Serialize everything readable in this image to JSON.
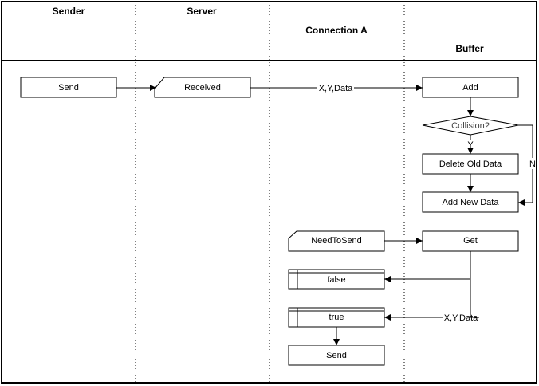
{
  "lanes": {
    "sender": "Sender",
    "server": "Server",
    "connection_a": "Connection A",
    "buffer": "Buffer"
  },
  "nodes": {
    "sender_send": "Send",
    "received": "Received",
    "add": "Add",
    "collision": "Collision?",
    "delete_old_data": "Delete Old Data",
    "add_new_data": "Add New Data",
    "need_to_send": "NeedToSend",
    "get": "Get",
    "false": "false",
    "true": "true",
    "conn_send": "Send"
  },
  "edges": {
    "received_to_add": "X,Y,Data",
    "collision_yes": "Y",
    "collision_no": "N",
    "get_to_true": "X,Y,Data"
  }
}
